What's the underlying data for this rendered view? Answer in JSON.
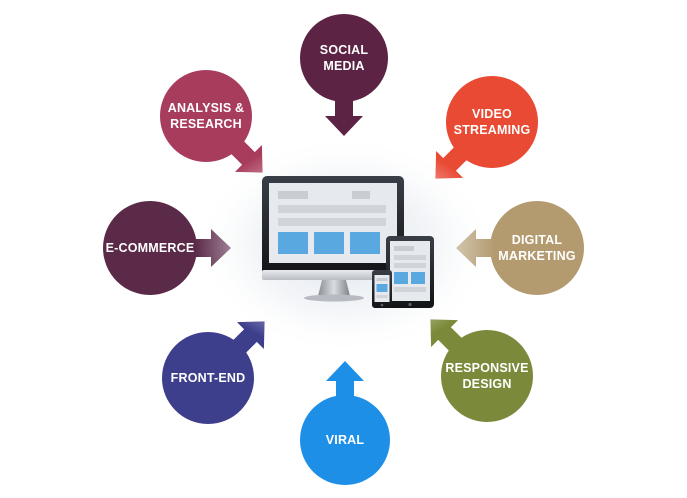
{
  "nodes": [
    {
      "id": "social-media",
      "label": "SOCIAL\nMEDIA",
      "color": "#5c2345"
    },
    {
      "id": "video-streaming",
      "label": "VIDEO\nSTREAMING",
      "color": "#e84a34"
    },
    {
      "id": "digital-marketing",
      "label": "DIGITAL\nMARKETING",
      "color": "#b39a6f"
    },
    {
      "id": "responsive-design",
      "label": "RESPONSIVE\nDESIGN",
      "color": "#7b8a3a"
    },
    {
      "id": "viral",
      "label": "VIRAL",
      "color": "#1e8fe6"
    },
    {
      "id": "front-end",
      "label": "FRONT-END",
      "color": "#3e3f8c"
    },
    {
      "id": "e-commerce",
      "label": "E-COMMERCE",
      "color": "#5b2a48"
    },
    {
      "id": "analysis-research",
      "label": "ANALYSIS &\nRESEARCH",
      "color": "#a83c5c"
    }
  ],
  "center": {
    "icon": "responsive-devices-icon",
    "screen_color": "#e6e9ee",
    "accent_color": "#59a9e0",
    "bezel_color": "#1c1f24"
  }
}
